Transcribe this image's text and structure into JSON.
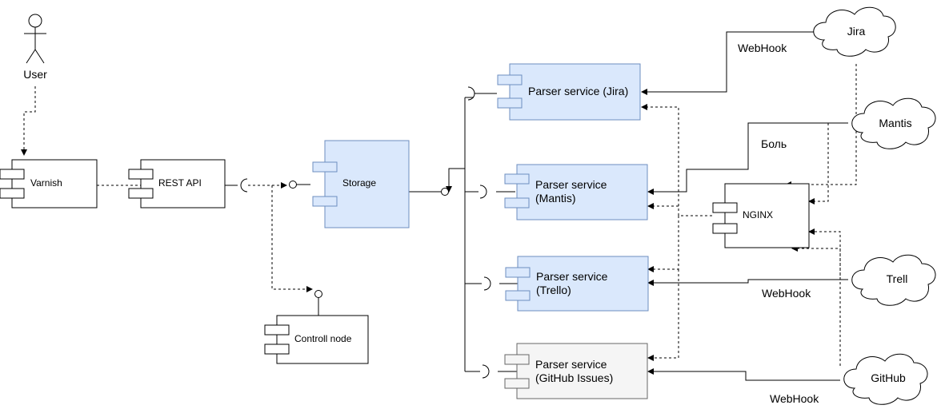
{
  "actor": {
    "label": "User"
  },
  "components": {
    "varnish": "Varnish",
    "rest_api": "REST API",
    "storage": "Storage",
    "control_node": "Controll node",
    "nginx": "NGINX",
    "parser_jira": "Parser service (Jira)",
    "parser_mantis_line1": "Parser service",
    "parser_mantis_line2": "(Mantis)",
    "parser_trello_line1": "Parser service",
    "parser_trello_line2": "(Trello)",
    "parser_github_line1": "Parser service",
    "parser_github_line2": "(GitHub Issues)"
  },
  "clouds": {
    "jira": "Jira",
    "mantis": "Mantis",
    "trello": "Trell",
    "github": "GitHub"
  },
  "edge_labels": {
    "webhook_jira": "WebHook",
    "bol_mantis": "Боль",
    "webhook_trello": "WebHook",
    "webhook_github": "WebHook"
  },
  "colors": {
    "blue_fill": "#dae8fc",
    "gray_fill": "#f5f5f5",
    "stroke": "#000000"
  }
}
